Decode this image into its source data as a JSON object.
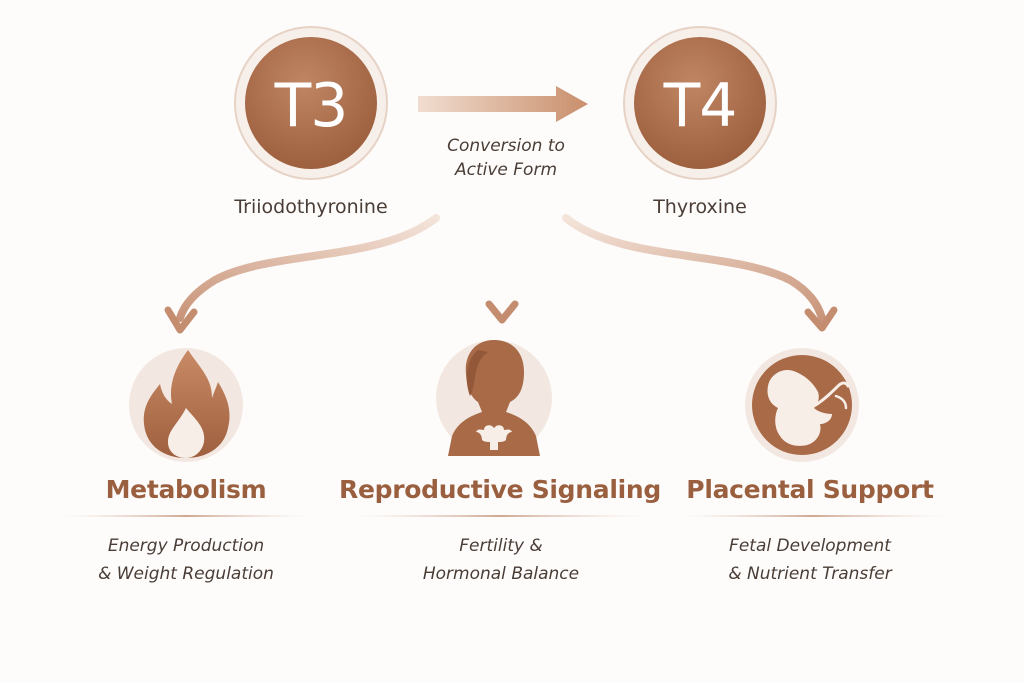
{
  "hormones": [
    {
      "symbol": "T3",
      "name": "Triiodothyronine"
    },
    {
      "symbol": "T4",
      "name": "Thyroxine"
    }
  ],
  "conversion": {
    "line1": "Conversion to",
    "line2": "Active Form"
  },
  "effects": [
    {
      "title": "Metabolism",
      "line1": "Energy Production",
      "line2": "& Weight Regulation",
      "icon": "flame-icon"
    },
    {
      "title": "Reproductive Signaling",
      "line1": "Fertility &",
      "line2": "Hormonal Balance",
      "icon": "woman-uterus-icon"
    },
    {
      "title": "Placental Support",
      "line1": "Fetal Development",
      "line2": "& Nutrient Transfer",
      "icon": "fetus-icon"
    }
  ],
  "colors": {
    "accent": "#a86a47",
    "title": "#9a5f3f",
    "arrow": "#d4a98f",
    "circle_light": "#f3e8e1",
    "text": "#4a3d36"
  }
}
